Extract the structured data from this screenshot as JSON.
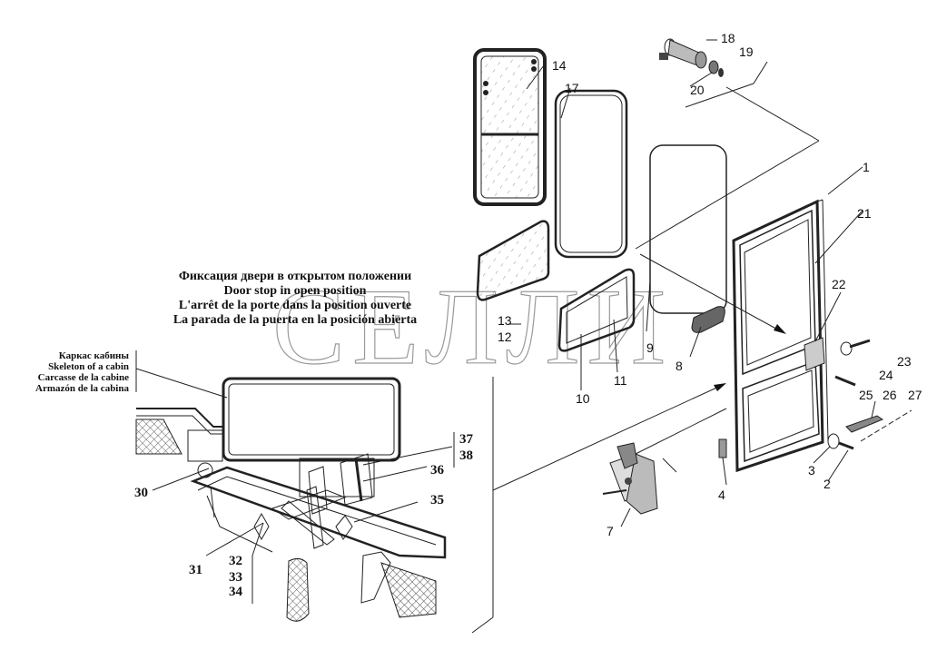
{
  "caption": {
    "ru": "Фиксация двери в открытом положении",
    "en": "Door stop in open position",
    "fr": "L'arrêt de la porte dans la position ouverte",
    "es": "La parada de la puerta en la posición abierta"
  },
  "cabin_label": {
    "ru": "Каркас кабины",
    "en": "Skeleton of a cabin",
    "fr": "Carcasse de la cabine",
    "es": "Armazón de la cabina"
  },
  "watermark": "СЕЛЛИ",
  "callouts": {
    "p1": "1",
    "p2": "2",
    "p3": "3",
    "p4": "4",
    "p7": "7",
    "p8": "8",
    "p9": "9",
    "p10": "10",
    "p11": "11",
    "p12": "12",
    "p13": "13",
    "p14": "14",
    "p17": "17",
    "p18": "18",
    "p19": "19",
    "p20": "20",
    "p21": "21",
    "p22": "22",
    "p23": "23",
    "p24": "24",
    "p25": "25",
    "p26": "26",
    "p27": "27",
    "p30": "30",
    "p31": "31",
    "p32": "32",
    "p33": "33",
    "p34": "34",
    "p35": "35",
    "p36": "36",
    "p37": "37",
    "p38": "38"
  }
}
